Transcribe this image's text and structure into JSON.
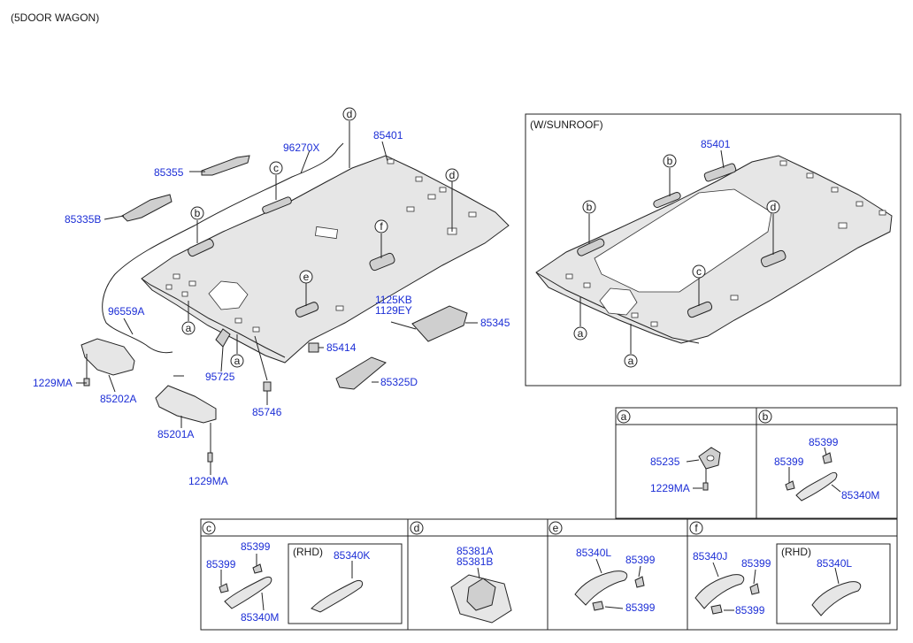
{
  "title": "(5DOOR WAGON)",
  "sunroof_label": "(W/SUNROOF)",
  "rhd_label": "(RHD)",
  "refs": {
    "a": "a",
    "b": "b",
    "c": "c",
    "d": "d",
    "e": "e",
    "f": "f"
  },
  "parts": {
    "p96270X": "96270X",
    "p85401": "85401",
    "p85355": "85355",
    "p85335B": "85335B",
    "p96559A": "96559A",
    "p1125KB": "1125KB",
    "p1129EY": "1129EY",
    "p85345": "85345",
    "p85414": "85414",
    "p85325D": "85325D",
    "p1229MA": "1229MA",
    "p85202A": "85202A",
    "p95725": "95725",
    "p85746": "85746",
    "p85201A": "85201A",
    "p85235": "85235",
    "p85399": "85399",
    "p85340M": "85340M",
    "p85340K": "85340K",
    "p85381A": "85381A",
    "p85381B": "85381B",
    "p85340L": "85340L",
    "p85340J": "85340J"
  }
}
